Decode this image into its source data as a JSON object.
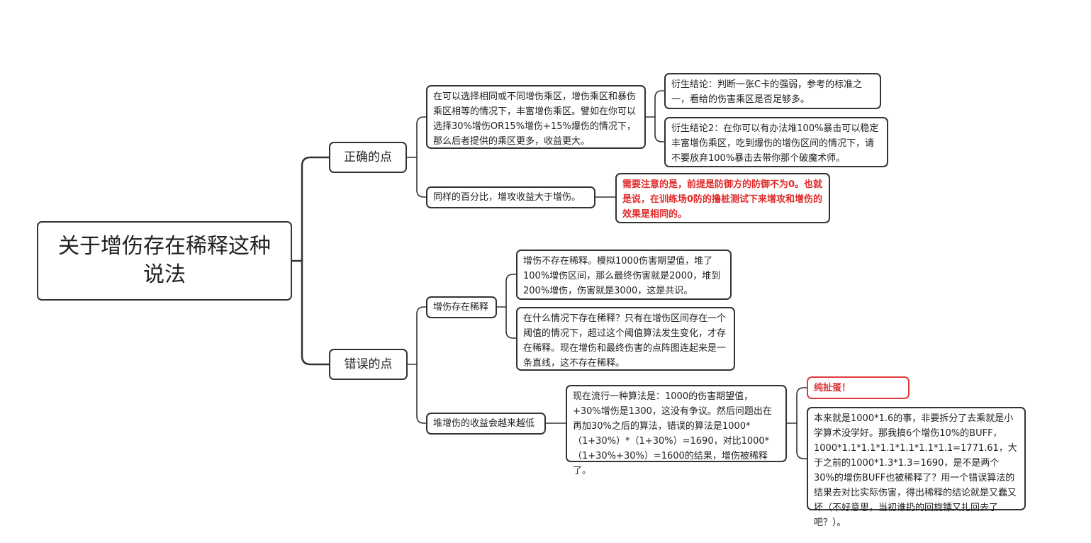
{
  "root": {
    "text": "关于增伤存在稀释这种说法"
  },
  "correct": {
    "label": "正确的点",
    "point1": {
      "text": "在可以选择相同或不同增伤乘区，增伤乘区和暴伤乘区相等的情况下，丰富增伤乘区。譬如在你可以选择30%增伤OR15%增伤+15%爆伤的情况下，那么后者提供的乘区更多，收益更大。"
    },
    "derived1": {
      "text": "衍生结论：判断一张C卡的强弱，参考的标准之一，看给的伤害乘区是否足够多。"
    },
    "derived2": {
      "text": "衍生结论2：在你可以有办法堆100%暴击可以稳定丰富增伤乘区，吃到爆伤的增伤区间的情况下，请不要放弃100%暴击去带你那个破魔术师。"
    },
    "point2": {
      "text": "同样的百分比，增攻收益大于增伤。"
    },
    "note": {
      "text": "需要注意的是，前提是防御方的防御不为0。也就是说，在训练场0防的撸桩测试下来增攻和增伤的效果是相同的。"
    }
  },
  "wrong": {
    "label": "错误的点",
    "dilution": {
      "label": "增伤存在稀释",
      "detail1": {
        "text": "增伤不存在稀释。模拟1000伤害期望值，堆了100%增伤区间，那么最终伤害就是2000，堆到200%增伤，伤害就是3000，这是共识。"
      },
      "detail2": {
        "text": "在什么情况下存在稀释？只有在增伤区间存在一个阈值的情况下，超过这个阈值算法发生变化，才存在稀释。现在增伤和最终伤害的点阵图连起来是一条直线，这不存在稀释。"
      }
    },
    "diminish": {
      "label": "堆增伤的收益会越来越低",
      "detail": {
        "text": "现在流行一种算法是：1000的伤害期望值，+30%增伤是1300，这没有争议。然后问题出在再加30%之后的算法，错误的算法是1000*（1+30%）*（1+30%）=1690，对比1000*（1+30%+30%）=1600的结果，增伤被稀释了。"
      },
      "verdict": {
        "text": "纯扯蛋！"
      },
      "rebuttal": {
        "text": "本来就是1000*1.6的事，非要拆分了去乘就是小学算术没学好。那我搞6个增伤10%的BUFF，1000*1.1*1.1*1.1*1.1*1.1*1.1=1771.61，大于之前的1000*1.3*1.3=1690，是不是两个30%的增伤BUFF也被稀释了？用一个错误算法的结果去对比实际伤害，得出稀释的结论就是又蠢又坏（不好意思，当初谁扔的回旋镖又扎回去了吧？）。"
      }
    }
  }
}
